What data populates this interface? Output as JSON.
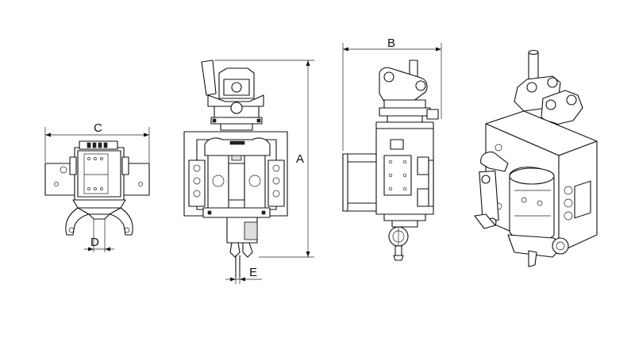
{
  "dimensions": {
    "a": "A",
    "b": "B",
    "c": "C",
    "d": "D",
    "e": "E"
  },
  "colors": {
    "line": "#111111",
    "background": "#ffffff"
  }
}
